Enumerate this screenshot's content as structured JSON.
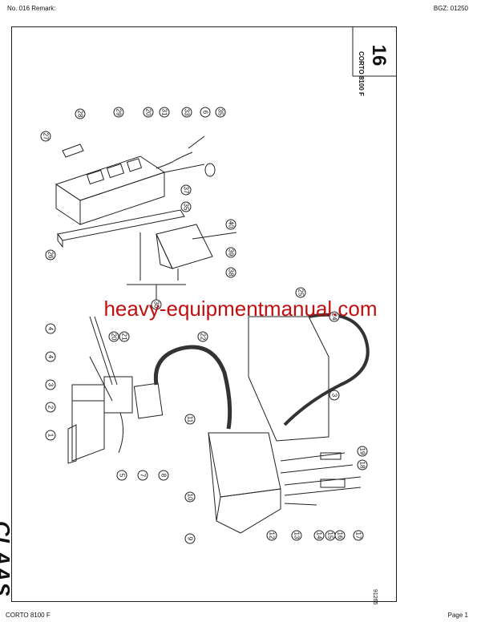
{
  "header": {
    "left": "No. 016   Remark:",
    "right": "BGZ: 01250"
  },
  "sheet": {
    "page_number": "16",
    "model_vertical": "CORTO 8100 F",
    "drawing_code": "91265",
    "brand": "CLAAS"
  },
  "watermark": "heavy-equipmentmanual.com",
  "callouts": [
    "27",
    "28",
    "29",
    "20",
    "31",
    "33",
    "6",
    "35",
    "37",
    "35",
    "40",
    "39",
    "38",
    "26",
    "30",
    "25",
    "24",
    "4",
    "4",
    "20",
    "21",
    "3",
    "2",
    "1",
    "5",
    "7",
    "8",
    "22",
    "11",
    "3",
    "10",
    "9",
    "12",
    "13",
    "14",
    "15",
    "16",
    "17",
    "18",
    "19"
  ],
  "footer": {
    "left": "CORTO 8100 F",
    "right": "Page 1"
  }
}
